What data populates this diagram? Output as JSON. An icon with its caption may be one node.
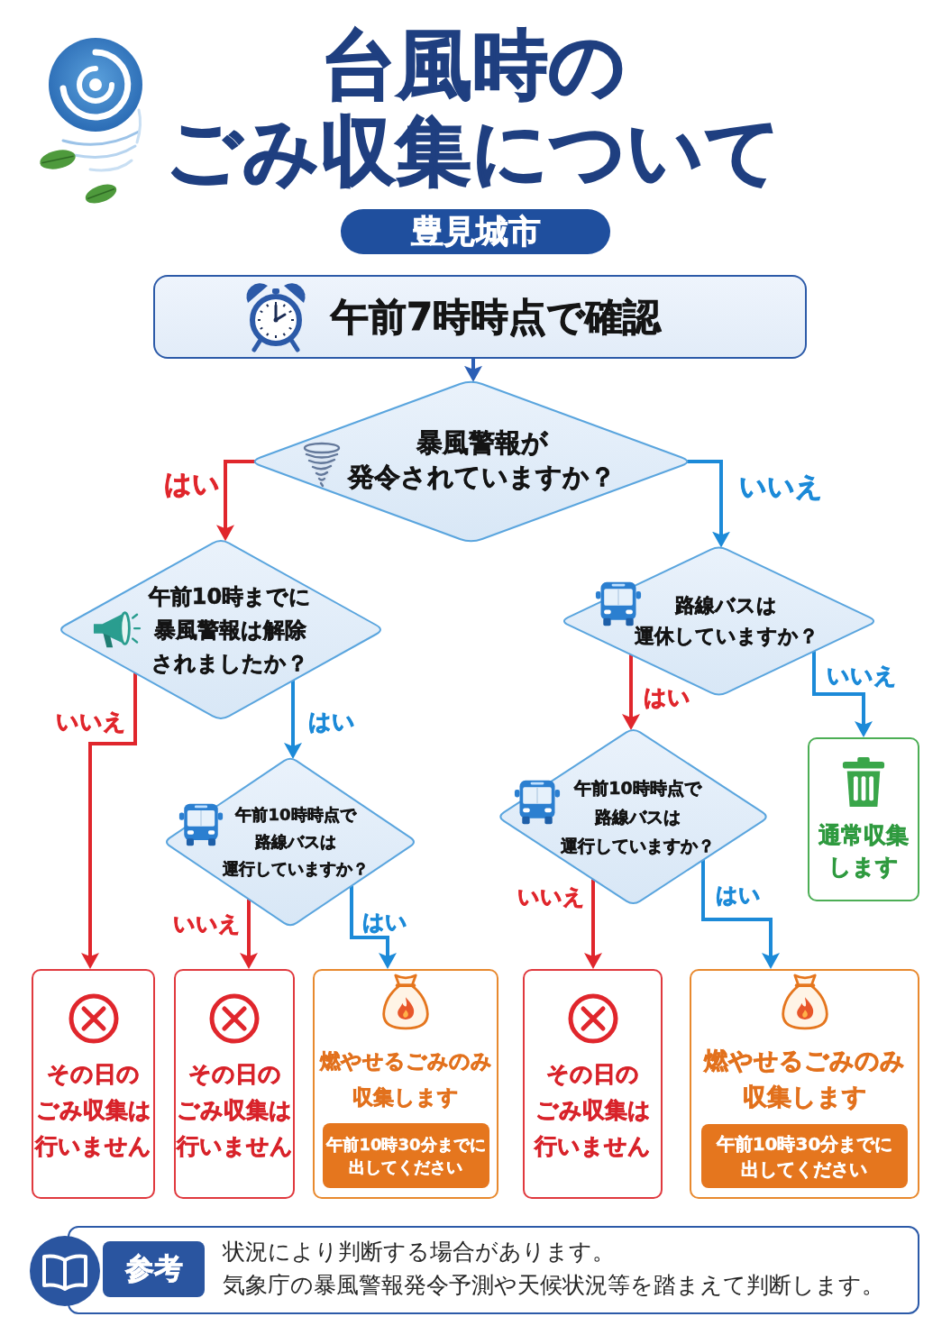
{
  "diagram": {
    "title": "台風時のごみ収集について",
    "nodes": [
      {
        "text": [
          "豊見城市"
        ]
      },
      {
        "text": [
          "午前7時時点で確認"
        ]
      },
      {
        "text": [
          "暴風警報が発令されていますか？"
        ]
      },
      {
        "text": [
          "午前10時までに暴風警報は解除されましたか？"
        ]
      },
      {
        "text": [
          "路線バスは運休していますか？"
        ]
      },
      {
        "text": [
          "午前10時時点で路線バスは運行していますか？"
        ]
      },
      {
        "text": [
          "午前10時時点で路線バスは運行していますか？"
        ]
      },
      {
        "text": [
          "通常収集します"
        ]
      },
      {
        "text": [
          "その日のごみ収集は行いません"
        ]
      },
      {
        "text": [
          "その日のごみ収集は行いません"
        ]
      },
      {
        "text": [
          "燃やせるごみのみ収集します"
        ]
      },
      {
        "text": [
          "午前10時30分までに出してください"
        ],
        "in": 10
      },
      {
        "text": [
          "その日のごみ収集は行いません"
        ]
      },
      {
        "text": [
          "燃やせるごみのみ収集します"
        ]
      },
      {
        "text": [
          "午前10時30分までに出してください"
        ],
        "in": 13
      },
      {
        "text": [
          "状況により判断する場合があります。",
          "気象庁の暴風警報発令予測や天候状況等を踏まえて判断します。"
        ]
      },
      {
        "text": [
          "参考"
        ],
        "in": 15
      }
    ],
    "edges": [
      {
        "from": 1,
        "to": 2,
        "arrow": "to",
        "color": "#2c5fb5"
      },
      {
        "from": 2,
        "to": 3,
        "arrow": "to",
        "label": "はい",
        "color": "#e0262c"
      },
      {
        "from": 2,
        "to": 4,
        "arrow": "to",
        "label": "いいえ",
        "color": "#1c8ad8"
      },
      {
        "from": 3,
        "to": 8,
        "arrow": "to",
        "label": "いいえ",
        "color": "#e0262c"
      },
      {
        "from": 3,
        "to": 5,
        "arrow": "to",
        "label": "はい",
        "color": "#1c8ad8"
      },
      {
        "from": 4,
        "to": 6,
        "arrow": "to",
        "label": "はい",
        "color": "#e0262c"
      },
      {
        "from": 4,
        "to": 7,
        "arrow": "to",
        "label": "いいえ",
        "color": "#1c8ad8"
      },
      {
        "from": 5,
        "to": 9,
        "arrow": "to",
        "label": "いいえ",
        "color": "#e0262c"
      },
      {
        "from": 5,
        "to": 10,
        "arrow": "to",
        "label": "はい",
        "color": "#1c8ad8"
      },
      {
        "from": 6,
        "to": 12,
        "arrow": "to",
        "label": "いいえ",
        "color": "#e0262c"
      },
      {
        "from": 6,
        "to": 13,
        "arrow": "to",
        "label": "はい",
        "color": "#1c8ad8"
      }
    ]
  }
}
